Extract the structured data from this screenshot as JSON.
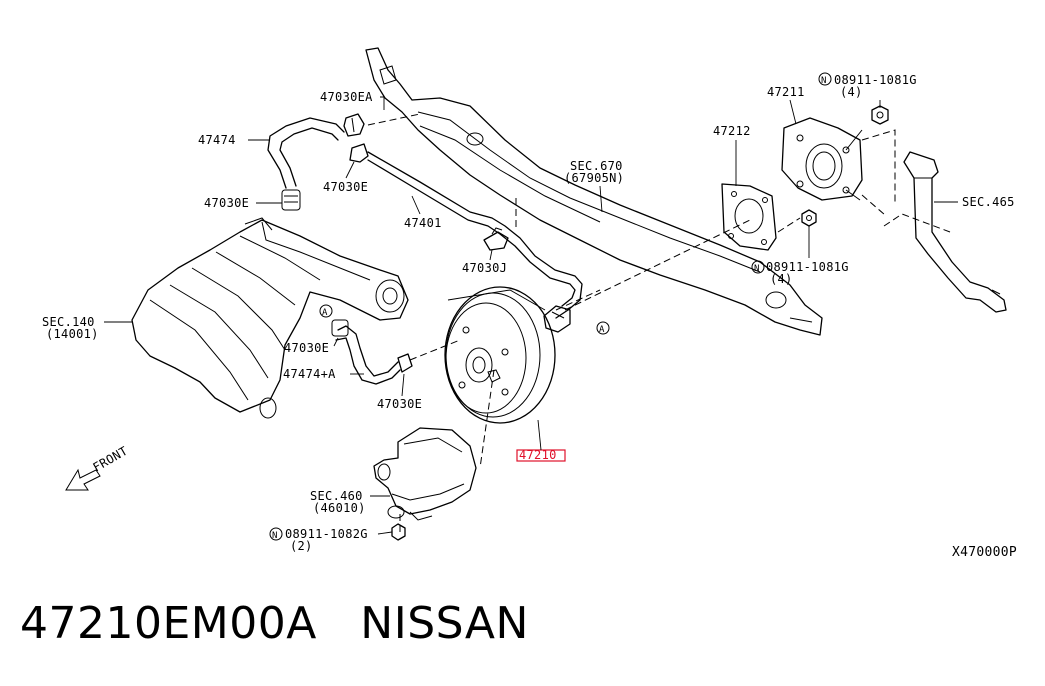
{
  "diagram": {
    "labels": {
      "l47030ea": "47030EA",
      "l47474": "47474",
      "l47030e_a": "47030E",
      "l47030e_b": "47030E",
      "l47401": "47401",
      "l47030j": "47030J",
      "lsec670": "SEC.670",
      "lsec670sub": "(67905N)",
      "l47211": "47211",
      "l47212": "47212",
      "lnut1": "08911-1081G",
      "lnut1qty": "(4)",
      "lnut2": "08911-1081G",
      "lnut2qty": "(4)",
      "lsec465": "SEC.465",
      "lsec140": "SEC.140",
      "lsec140sub": "(14001)",
      "l47030e_c": "47030E",
      "l47474a": "47474+A",
      "l47030e_d": "47030E",
      "l47210": "47210",
      "lsec460": "SEC.460",
      "lsec460sub": "(46010)",
      "lnut3": "08911-1082G",
      "lnut3qty": "(2)",
      "lfront": "FRONT",
      "lcode": "X470000P",
      "markA1": "A",
      "markA2": "A",
      "markN1": "N",
      "markN2": "N",
      "markN3": "N"
    },
    "highlight_color": "#e0102a"
  },
  "footer": {
    "part_number": "47210EM00A",
    "brand": "NISSAN"
  }
}
